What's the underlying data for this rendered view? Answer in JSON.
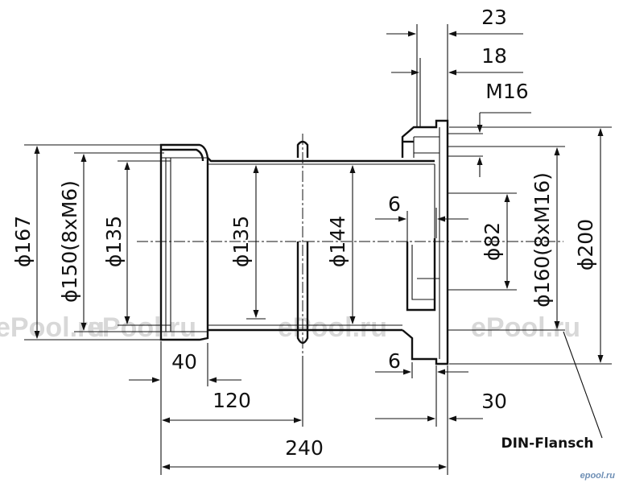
{
  "dimensions": {
    "d167": "ϕ167",
    "d150": "ϕ150(8xM6)",
    "d135_left": "ϕ135",
    "d135_mid": "ϕ135",
    "d144": "ϕ144",
    "d82": "ϕ82",
    "d160": "ϕ160(8xM16)",
    "d200": "ϕ200",
    "len_40": "40",
    "len_120": "120",
    "len_240": "240",
    "len_6_top": "6",
    "len_6_bottom": "6",
    "len_30": "30",
    "len_23": "23",
    "len_18": "18",
    "thread_m16": "M16"
  },
  "labels": {
    "din_flansch": "DIN-Flansch"
  },
  "watermarks": [
    "ePool.ru",
    "ePool.ru",
    "ePool.ru",
    "ePool.ru"
  ],
  "logo": "epool.ru",
  "colors": {
    "line": "#111111",
    "watermark": "#d8d8d8",
    "logo": "#6e8fb5"
  }
}
